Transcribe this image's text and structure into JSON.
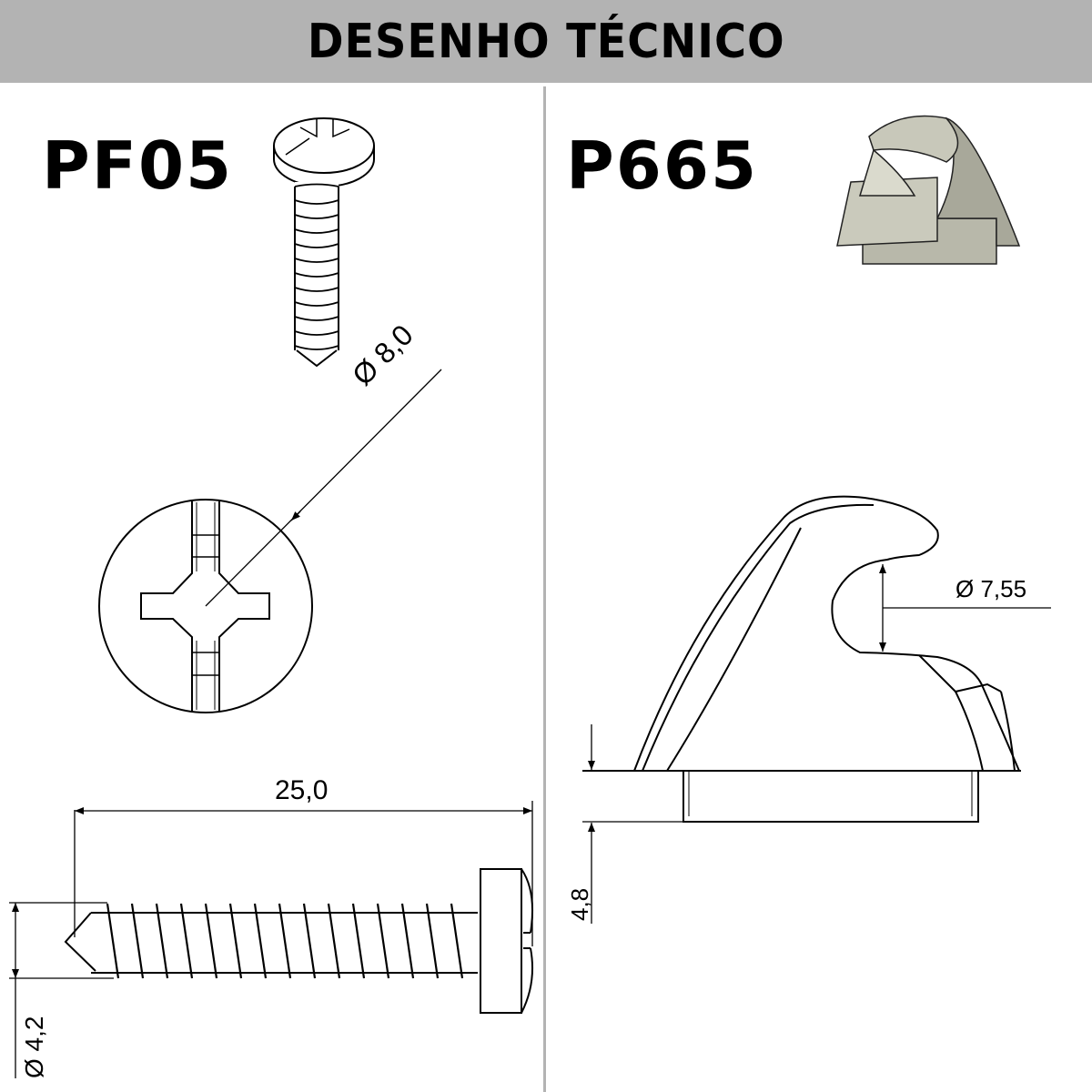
{
  "header": {
    "title": "DESENHO TÉCNICO",
    "background": "#b3b3b3"
  },
  "left_panel": {
    "part_code": "PF05",
    "description": "Phillips pan head self-tapping screw",
    "dimensions": {
      "head_diameter": "Ø 8,0",
      "length": "25,0",
      "thread_diameter": "Ø 4,2"
    }
  },
  "right_panel": {
    "part_code": "P665",
    "description": "Cleat / hook fitting",
    "render_color": "#c9c9bc",
    "dimensions": {
      "hook_diameter": "Ø 7,55",
      "base_height": "4,8"
    }
  }
}
